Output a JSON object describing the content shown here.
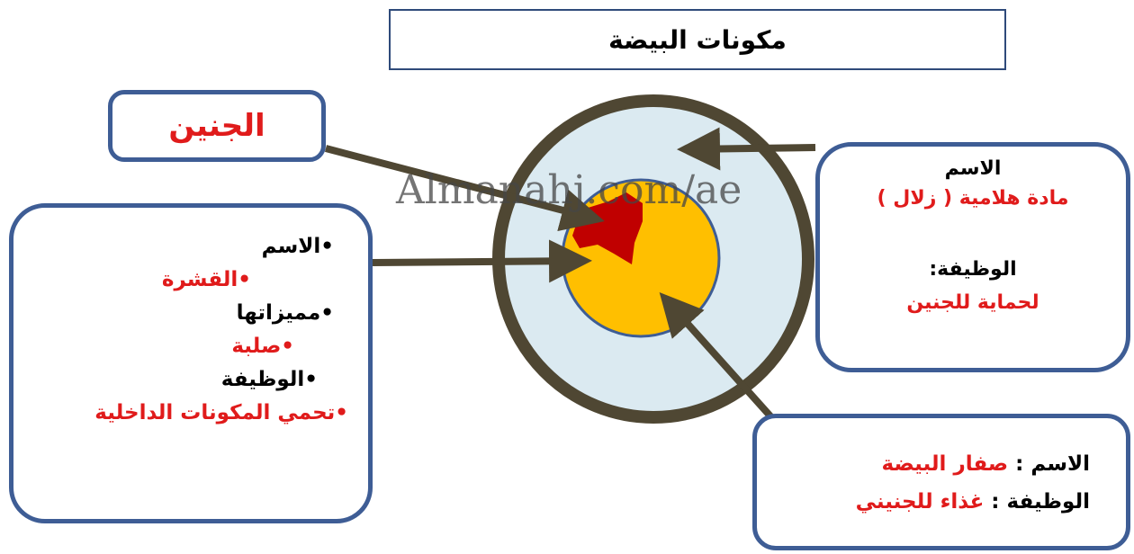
{
  "title": "مكونات البيضة",
  "embryo_label": "الجنين",
  "albumen": {
    "name_heading": "الاسم",
    "name_value": "مادة هلامية ( زلال )",
    "function_heading": "الوظيفة:",
    "function_value": "لحماية للجنين"
  },
  "shell": {
    "name_heading": "الاسم",
    "name_value": "القشرة",
    "features_heading": "مميزاتها",
    "features_value": "صلبة",
    "function_heading": "الوظيفة",
    "function_value": "تحمي المكونات الداخلية"
  },
  "yolk": {
    "name_heading": "الاسم :",
    "name_value": "صفار البيضة",
    "function_heading": "الوظيفة :",
    "function_value": "غذاء للجنيني"
  },
  "watermark": "Almanahj.com/ae",
  "colors": {
    "shell": "#4f4733",
    "albumen": "#dbeaf1",
    "yolk": "#ffbf00",
    "embryo": "#c00000",
    "box_border": "#3e5d95",
    "arrow": "#4f4733",
    "accent_text": "#e01b1b"
  }
}
